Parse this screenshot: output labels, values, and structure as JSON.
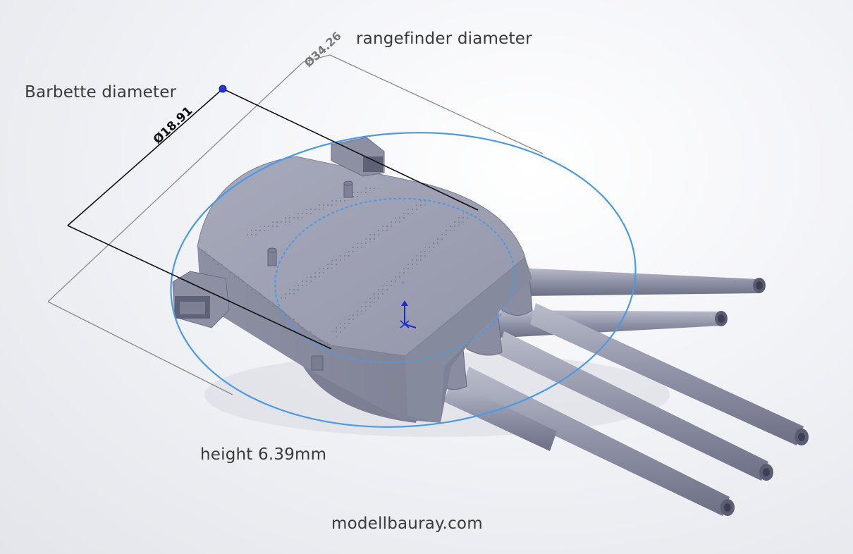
{
  "annotations": {
    "rangefinder_label": "rangefinder diameter",
    "barbette_label": "Barbette diameter",
    "height_label": "height 6.39mm",
    "website": "modellbauray.com"
  },
  "dimensions": {
    "rangefinder_value": "Ø34.26",
    "barbette_value": "Ø18.91"
  },
  "colors": {
    "model_gray": "#9fa2b4",
    "model_dark": "#6e7186",
    "sketch_blue": "#4a9ae6",
    "dimension_black": "#111111",
    "dimension_gray": "#8a8a8a",
    "triad_blue": "#1a2bd6"
  }
}
